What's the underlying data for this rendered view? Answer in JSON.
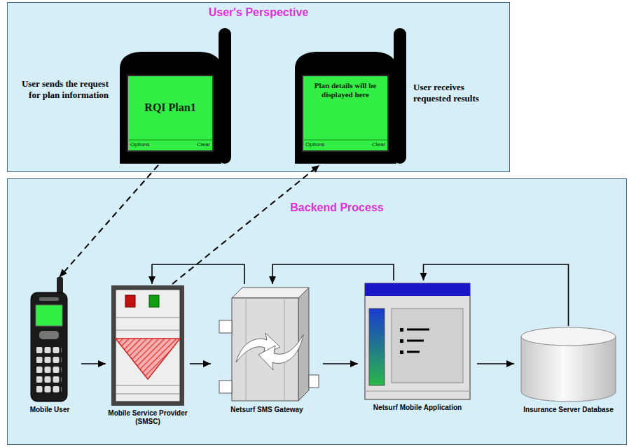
{
  "diagram": {
    "nodes": [
      {
        "text": [
          "User's Perspective"
        ]
      },
      {
        "text": [
          "RQI Plan1",
          "Options",
          "Clear"
        ],
        "in": 0
      },
      {
        "text": [
          "Plan details will be displayed here",
          "Options",
          "Clear"
        ],
        "in": 0
      },
      {
        "text": [
          "Backend Process"
        ]
      },
      {
        "text": [
          "Mobile User"
        ],
        "in": 3
      },
      {
        "text": [
          "Mobile Service Provider (SMSC)"
        ],
        "in": 3
      },
      {
        "text": [
          "Netsurf SMS Gateway"
        ],
        "in": 3
      },
      {
        "text": [
          "Netsurf Mobile Application"
        ],
        "in": 3
      },
      {
        "text": [
          "Insurance Server Database"
        ],
        "in": 3
      }
    ],
    "edges": [
      {
        "from": 1,
        "to": 4,
        "arrow": "to"
      },
      {
        "from": 5,
        "to": 2,
        "arrow": "to"
      },
      {
        "from": 4,
        "to": 5,
        "arrow": "to"
      },
      {
        "from": 5,
        "to": 6,
        "arrow": "to"
      },
      {
        "from": 6,
        "to": 7,
        "arrow": "to"
      },
      {
        "from": 7,
        "to": 8,
        "arrow": "to"
      },
      {
        "from": 8,
        "to": 7,
        "arrow": "to"
      },
      {
        "from": 7,
        "to": 6,
        "arrow": "to"
      },
      {
        "from": 6,
        "to": 5,
        "arrow": "to"
      }
    ],
    "labels": [
      "User sends the request for plan information",
      "User receives requested results"
    ]
  }
}
